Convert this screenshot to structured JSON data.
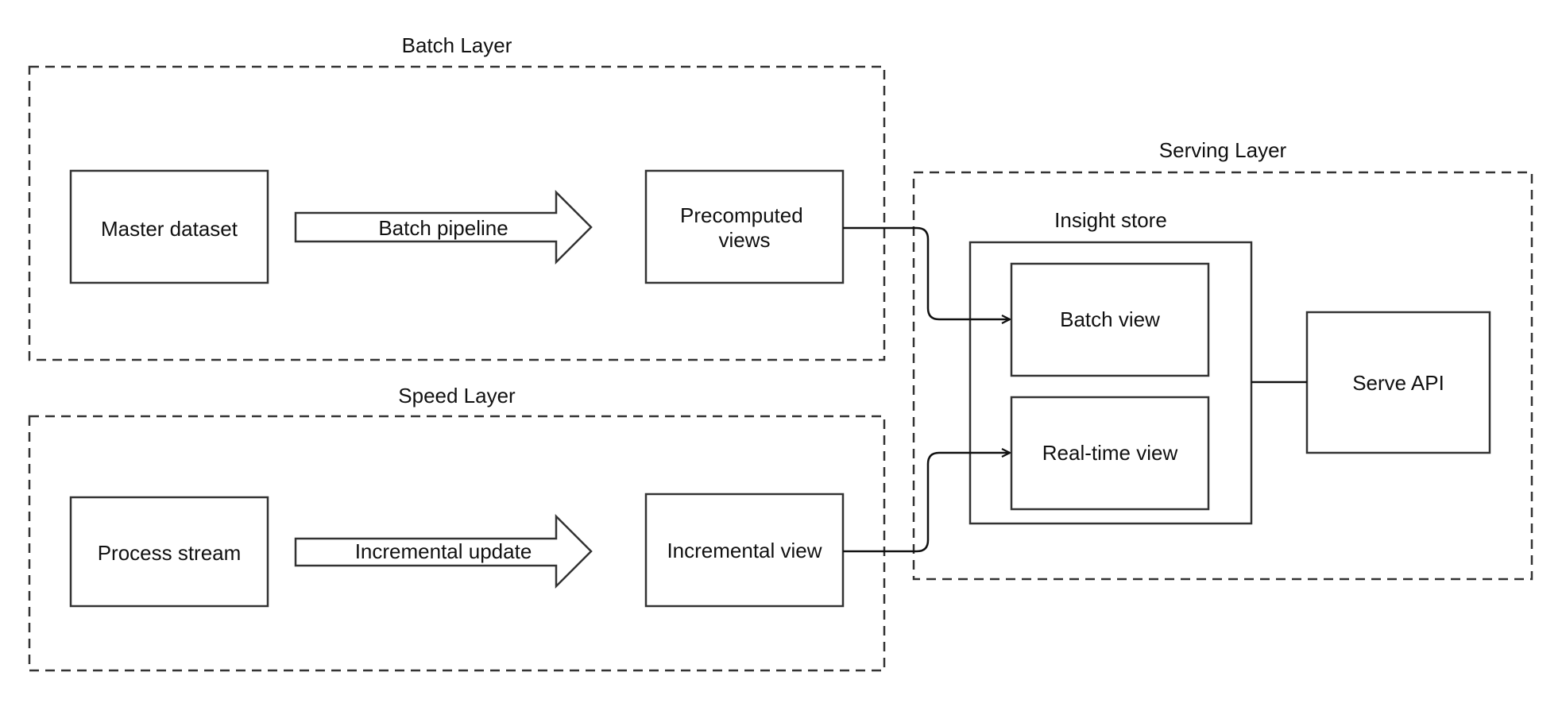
{
  "layers": {
    "batch": {
      "title": "Batch Layer"
    },
    "speed": {
      "title": "Speed Layer"
    },
    "serving": {
      "title": "Serving Layer"
    }
  },
  "nodes": {
    "master_dataset": "Master dataset",
    "precomputed_views": [
      "Precomputed",
      "views"
    ],
    "process_stream": "Process stream",
    "incremental_view": "Incremental view",
    "insight_store": "Insight store",
    "batch_view": "Batch view",
    "realtime_view": "Real-time view",
    "serve_api": "Serve API"
  },
  "arrows": {
    "batch_pipeline": "Batch pipeline",
    "incremental_update": "Incremental update"
  },
  "colors": {
    "stroke": "#333333",
    "connector": "#111111",
    "background": "#ffffff"
  }
}
